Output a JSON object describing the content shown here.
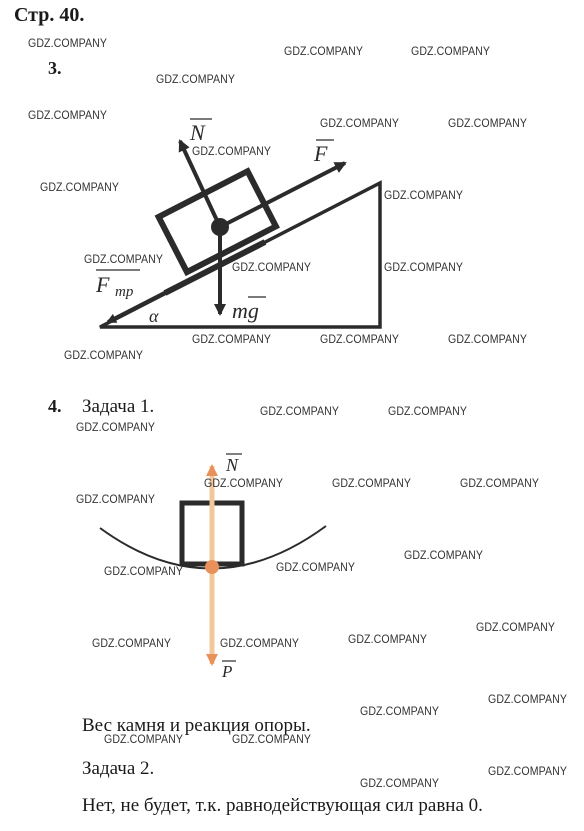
{
  "page_title": "Стр. 40.",
  "task3": {
    "number": "3.",
    "labels": {
      "N": "N",
      "F": "F",
      "Ftr_main": "F",
      "Ftr_sub": "тр",
      "alpha": "α",
      "mg": "mg"
    }
  },
  "task4": {
    "number": "4.",
    "problem1_title": "Задача 1.",
    "labels": {
      "N": "N",
      "P": "P"
    },
    "answer1": "Вес камня и реакция опоры.",
    "problem2_title": "Задача 2.",
    "answer2": "Нет, не будет, т.к. равнодействующая сил равна 0."
  },
  "colors": {
    "ink": "#2b2b2b",
    "force_line": "#f2c79a",
    "force_arrow": "#e8915a",
    "center": "#e8915a"
  },
  "watermark": "GDZ.COMPANY"
}
